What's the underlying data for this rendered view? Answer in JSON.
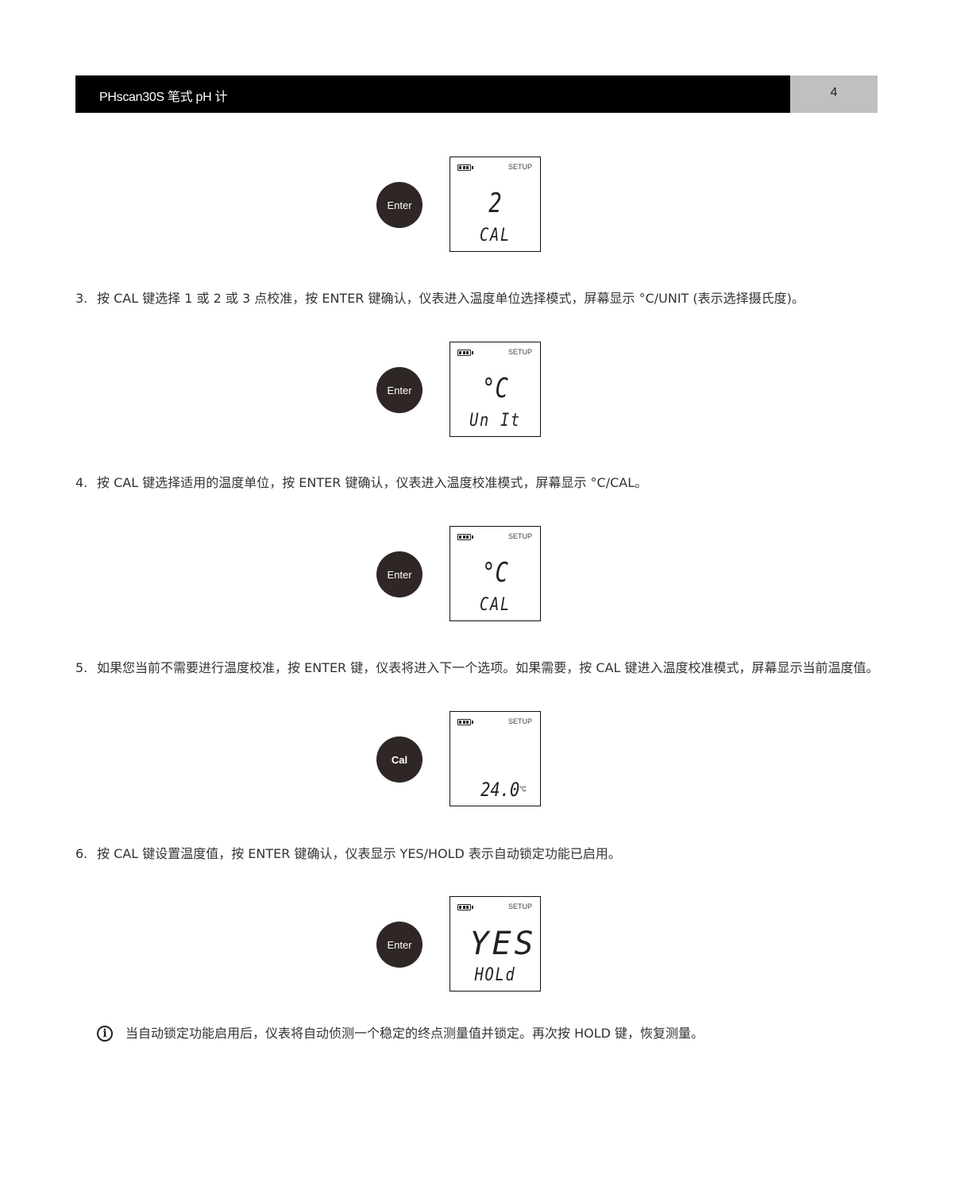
{
  "header": {
    "title": "PHscan30S 笔式 pH 计",
    "page_number": "4"
  },
  "figures": [
    {
      "button": "Enter",
      "lcd": {
        "status": "SETUP",
        "main": "2",
        "sub": "CAL"
      }
    },
    {
      "button": "Enter",
      "lcd": {
        "status": "SETUP",
        "main": "°C",
        "sub": "Un It"
      }
    },
    {
      "button": "Enter",
      "lcd": {
        "status": "SETUP",
        "main": "°C",
        "sub": "CAL"
      }
    },
    {
      "button": "Cal",
      "lcd": {
        "status": "SETUP",
        "value": "24.0",
        "unit": "°C"
      }
    },
    {
      "button": "Enter",
      "lcd": {
        "status": "SETUP",
        "main": "YES",
        "sub": "HOLd"
      }
    }
  ],
  "steps": [
    {
      "num": "3.",
      "text": "按 CAL 键选择 1 或 2 或 3 点校准，按 ENTER 键确认，仪表进入温度单位选择模式，屏幕显示 °C/UNIT (表示选择摄氏度)。"
    },
    {
      "num": "4.",
      "text": "按 CAL 键选择适用的温度单位，按 ENTER 键确认，仪表进入温度校准模式，屏幕显示 °C/CAL。"
    },
    {
      "num": "5.",
      "text": "如果您当前不需要进行温度校准，按 ENTER 键，仪表将进入下一个选项。如果需要，按 CAL 键进入温度校准模式，屏幕显示当前温度值。"
    },
    {
      "num": "6.",
      "text": "按 CAL 键设置温度值，按 ENTER 键确认，仪表显示 YES/HOLD 表示自动锁定功能已启用。"
    }
  ],
  "note": {
    "icon": "info-icon",
    "text": "当自动锁定功能启用后，仪表将自动侦测一个稳定的终点测量值并锁定。再次按 HOLD 键，恢复测量。"
  }
}
